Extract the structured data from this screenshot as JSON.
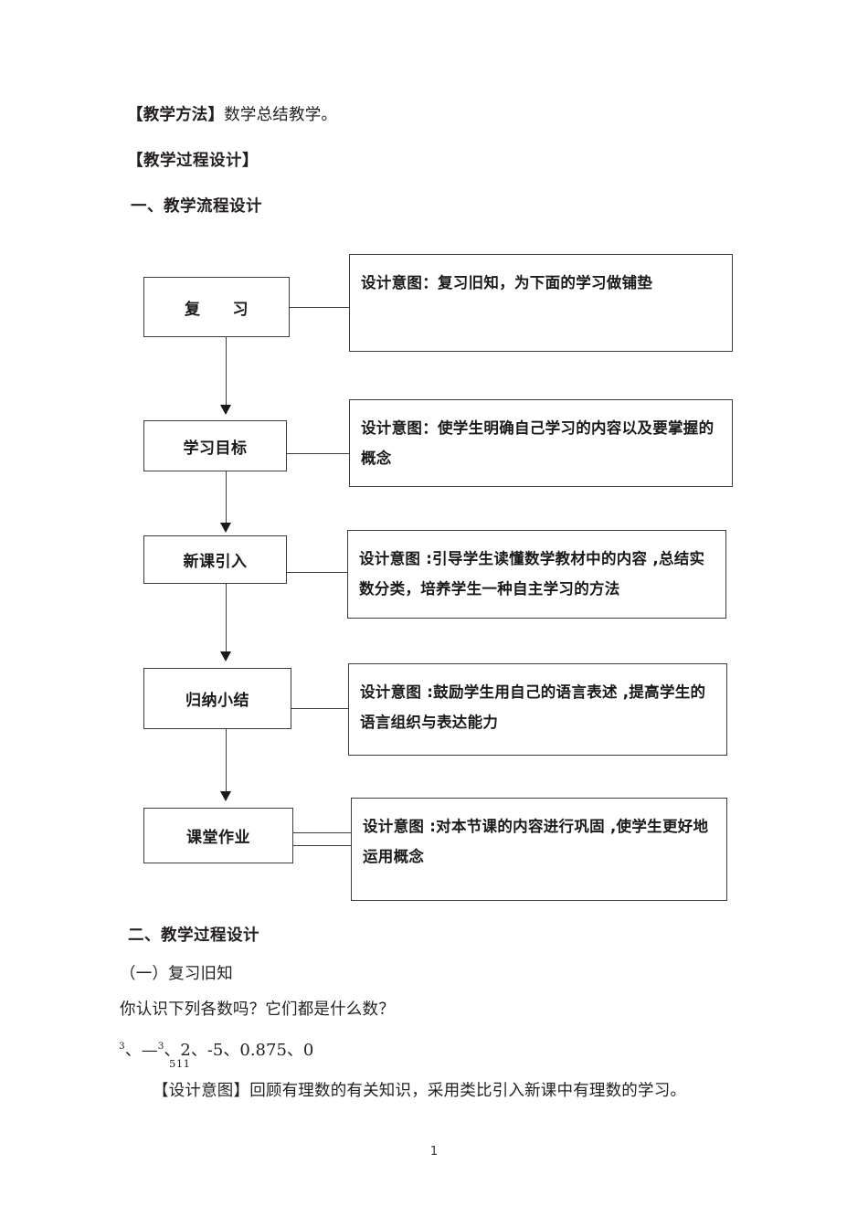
{
  "document": {
    "page_number": "1",
    "headings": {
      "teaching_method_label": "【教学方法】",
      "teaching_method_value": "数学总结教学。",
      "process_design_heading": "【教学过程设计】",
      "section_one": "一、教学流程设计",
      "section_two": "二、教学过程设计"
    },
    "flowchart": {
      "nodes": [
        {
          "label": "复　　习",
          "description": "设计意图：复习旧知，为下面的学习做铺垫"
        },
        {
          "label": "学习目标",
          "description": "设计意图：使学生明确自己学习的内容以及要掌握的概念"
        },
        {
          "label": "新课引入",
          "description": "设计意图 :引导学生读懂数学教材中的内容 ,总结实数分类，培养学生一种自主学习的方法"
        },
        {
          "label": "归纳小结",
          "description": "设计意图 :鼓励学生用自己的语言表述 ,提高学生的语言组织与表达能力"
        },
        {
          "label": "课堂作业",
          "description": "设计意图 :对本节课的内容进行巩固 ,使学生更好地运用概念"
        }
      ]
    },
    "process_section": {
      "subsection_one": "（一）复习旧知",
      "question": "你认识下列各数吗？它们都是什么数？",
      "number_list": {
        "superscript_one": "3",
        "separator_one": "、",
        "dash": "—",
        "superscript_two": "3",
        "subscript": "511",
        "rest": "、2、-5、0.875、0"
      },
      "design_intent_label": "【设计意图】",
      "design_intent_text": "回顾有理数的有关知识，采用类比引入新课中有理数的学习。"
    }
  },
  "colors": {
    "text": "#231f20",
    "box_border": "#3b3b3b",
    "box_text": "#1a1a1a",
    "page_background": "#ffffff"
  }
}
